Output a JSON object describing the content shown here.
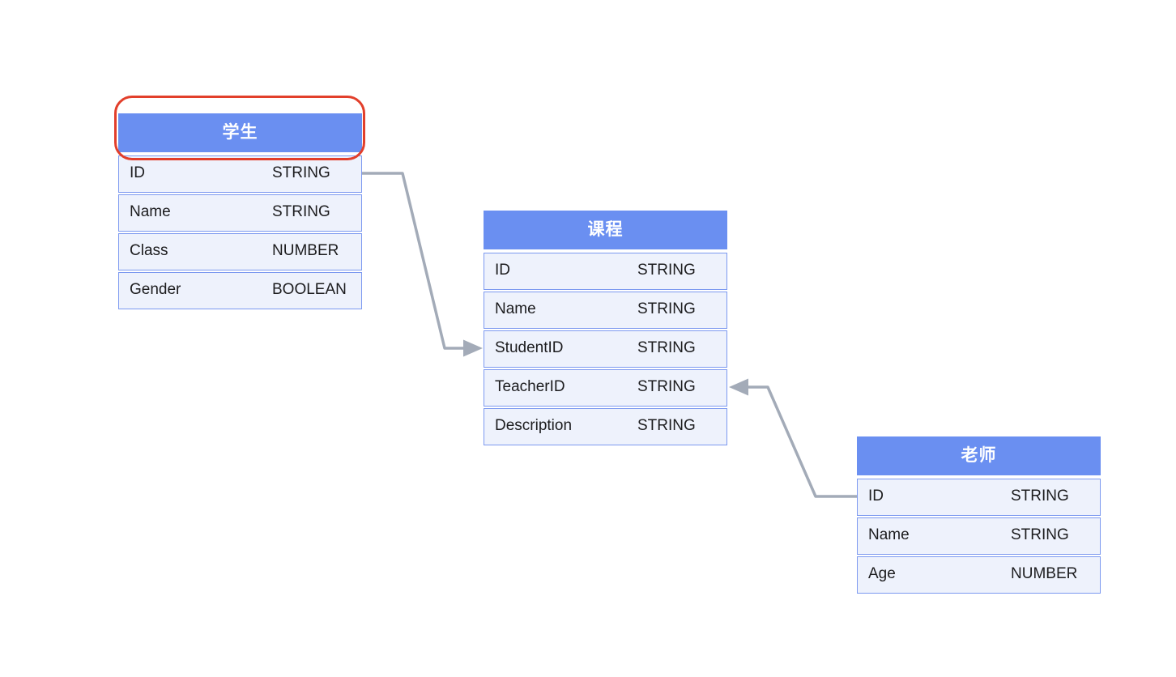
{
  "diagram": {
    "entities": [
      {
        "title": "学生",
        "highlighted": true,
        "fields": [
          {
            "name": "ID",
            "type": "STRING"
          },
          {
            "name": "Name",
            "type": "STRING"
          },
          {
            "name": "Class",
            "type": "NUMBER"
          },
          {
            "name": "Gender",
            "type": "BOOLEAN"
          }
        ]
      },
      {
        "title": "课程",
        "highlighted": false,
        "fields": [
          {
            "name": "ID",
            "type": "STRING"
          },
          {
            "name": "Name",
            "type": "STRING"
          },
          {
            "name": "StudentID",
            "type": "STRING"
          },
          {
            "name": "TeacherID",
            "type": "STRING"
          },
          {
            "name": "Description",
            "type": "STRING"
          }
        ]
      },
      {
        "title": "老师",
        "highlighted": false,
        "fields": [
          {
            "name": "ID",
            "type": "STRING"
          },
          {
            "name": "Name",
            "type": "STRING"
          },
          {
            "name": "Age",
            "type": "NUMBER"
          }
        ]
      }
    ],
    "relations": [
      {
        "from": "学生.ID",
        "to": "课程.StudentID",
        "arrow": "into-课程"
      },
      {
        "from": "老师.ID",
        "to": "课程.TeacherID",
        "arrow": "into-课程"
      }
    ],
    "colors": {
      "canvas_bg": "#FFFFFF",
      "header_bg": "#6A8FF1",
      "header_text": "#FFFFFF",
      "row_bg": "#EEF2FC",
      "row_border": "#7C99F0",
      "row_text": "#1C1C1E",
      "connector": "#A3ABB8",
      "highlight": "#E23F2B"
    }
  }
}
